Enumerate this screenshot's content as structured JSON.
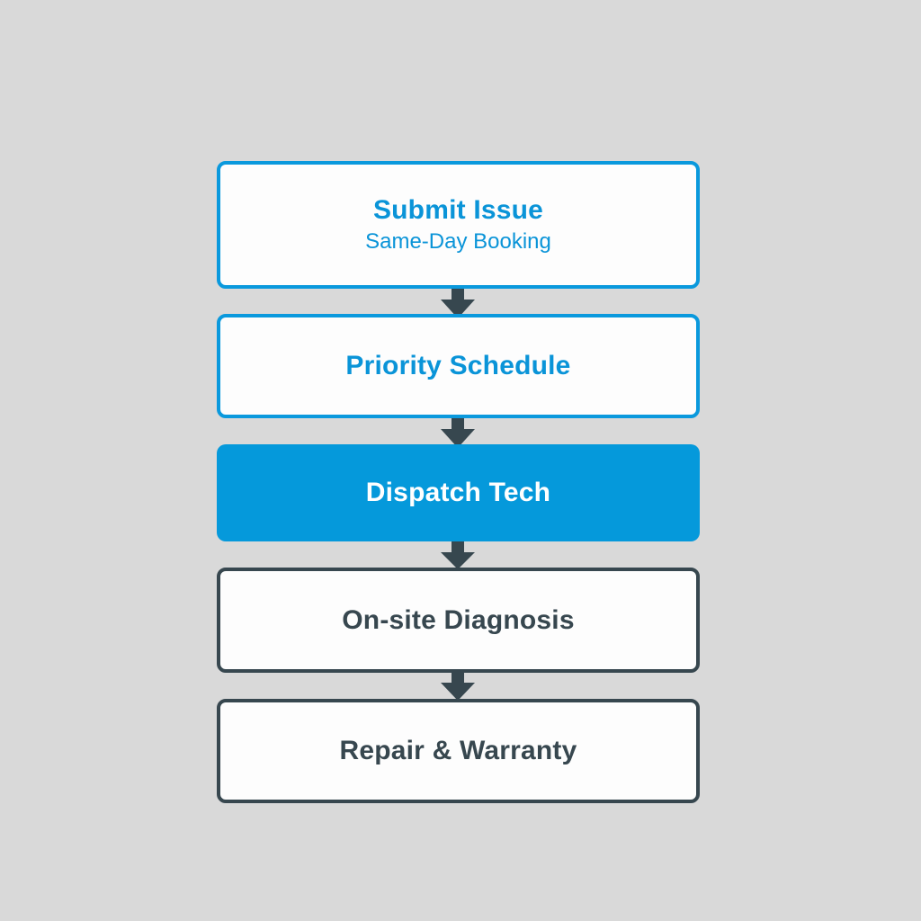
{
  "diagram": {
    "type": "vertical-flowchart",
    "colors": {
      "background": "#d9d9d9",
      "accent_blue": "#0a99dd",
      "filled_blue": "#0599db",
      "dark_slate": "#37474f",
      "box_fill": "#fdfdfd"
    },
    "steps": [
      {
        "title": "Submit Issue",
        "subtitle": "Same-Day Booking",
        "style": "blue-outline"
      },
      {
        "title": "Priority Schedule",
        "style": "blue-outline"
      },
      {
        "title": "Dispatch Tech",
        "style": "filled"
      },
      {
        "title": "On-site Diagnosis",
        "style": "dark-outline"
      },
      {
        "title": "Repair & Warranty",
        "style": "dark-outline"
      }
    ],
    "connectors": [
      {
        "from": 0,
        "to": 1,
        "icon": "down-arrow-icon"
      },
      {
        "from": 1,
        "to": 2,
        "icon": "down-arrow-icon"
      },
      {
        "from": 2,
        "to": 3,
        "icon": "down-arrow-icon"
      },
      {
        "from": 3,
        "to": 4,
        "icon": "down-arrow-icon"
      }
    ]
  }
}
